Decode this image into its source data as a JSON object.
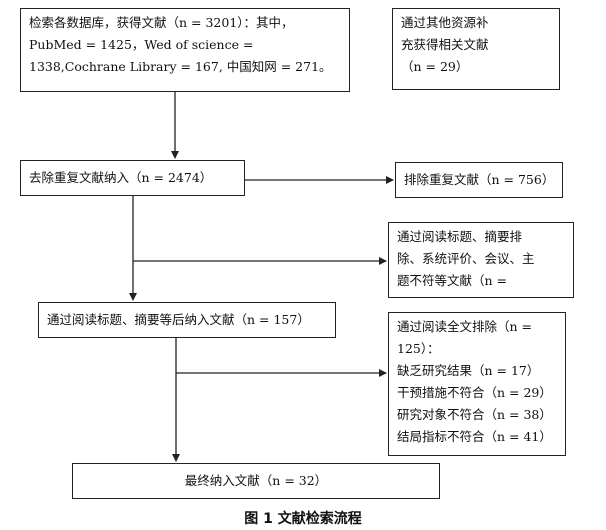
{
  "boxes": {
    "search": {
      "lines": [
        "检索各数据库，获得文献（n = 3201）：其中，",
        "PubMed = 1425，Wed of science =",
        "1338,Cochrane Library = 167, 中国知网 = 271。"
      ]
    },
    "other": {
      "lines": [
        "通过其他资源补",
        "充获得相关文献",
        "（n = 29）"
      ]
    },
    "dedup": {
      "lines": [
        "去除重复文献纳入（n = 2474）"
      ]
    },
    "excluded_dup": {
      "lines": [
        "排除重复文献（n = 756）"
      ]
    },
    "excluded_abstract": {
      "lines": [
        "通过阅读标题、摘要排",
        "除、系统评价、会议、主",
        "题不符等文献（n ="
      ]
    },
    "screened": {
      "lines": [
        "通过阅读标题、摘要等后纳入文献（n = 157）"
      ]
    },
    "excluded_fulltext": {
      "lines": [
        "通过阅读全文排除（n =",
        "125）：",
        "缺乏研究结果（n = 17）",
        "干预措施不符合（n = 29）",
        "研究对象不符合（n = 38）",
        "结局指标不符合（n = 41）"
      ]
    },
    "final": {
      "lines": [
        "最终纳入文献（n = 32）"
      ]
    }
  },
  "caption": "图 1  文献检索流程"
}
